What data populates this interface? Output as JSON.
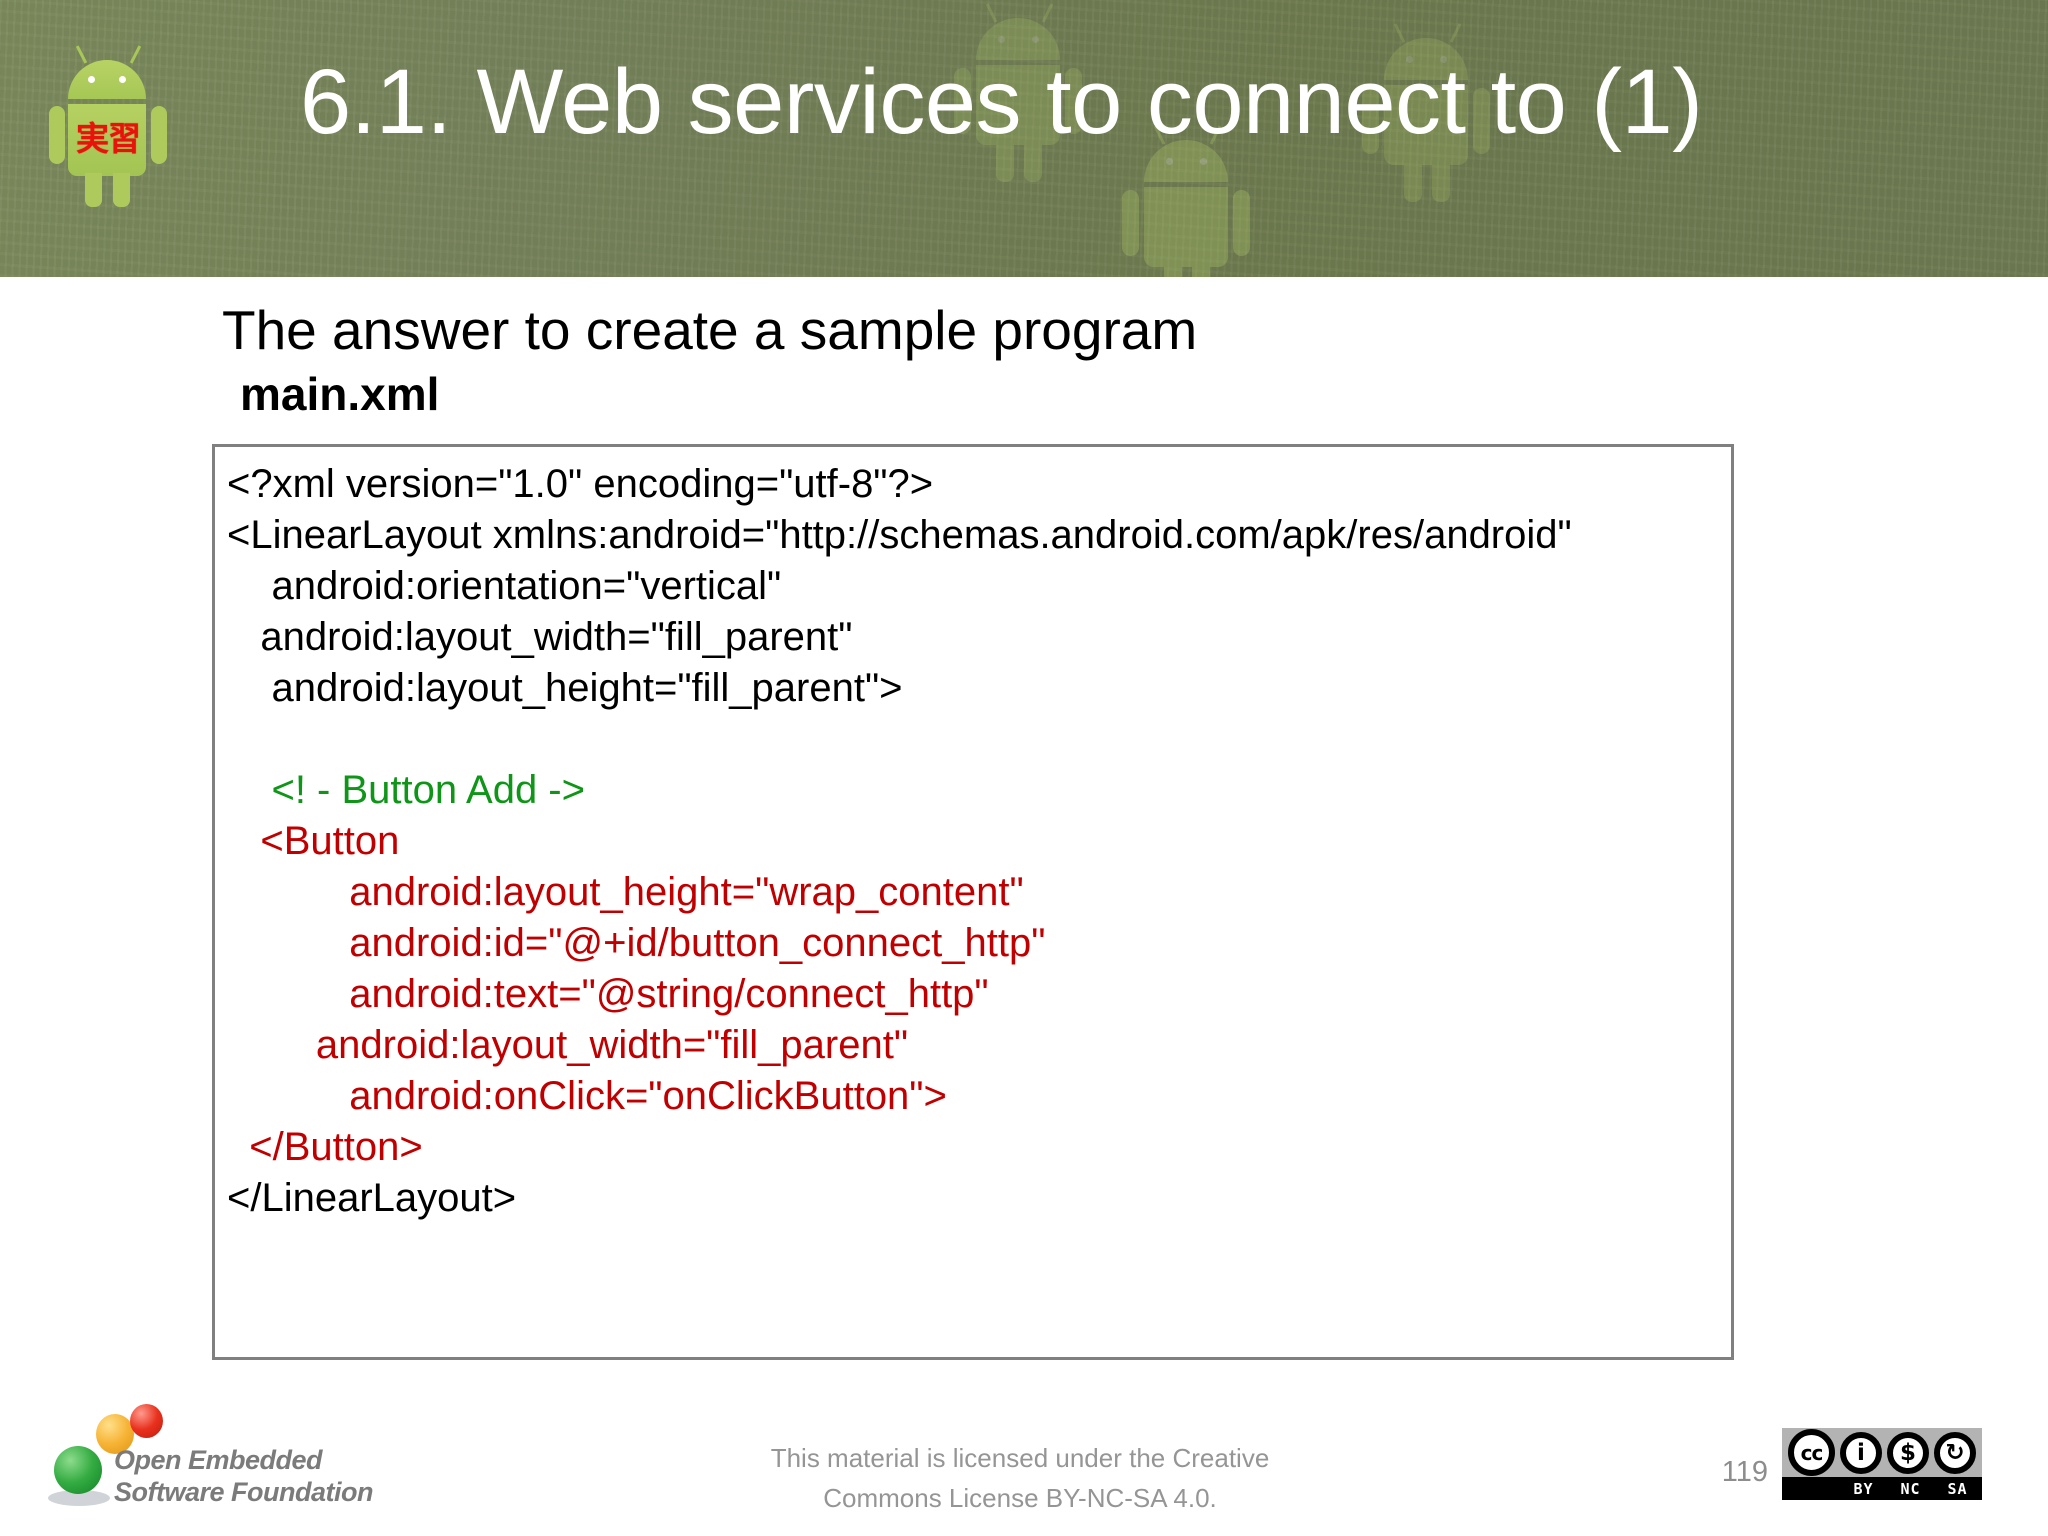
{
  "header": {
    "title": "6.1. Web services to connect to (1)",
    "logo_jp_label": "実習",
    "logo_icon": "android-robot-icon"
  },
  "slide": {
    "subtitle": "The answer to create a sample program",
    "filename": "main.xml"
  },
  "code": {
    "colors": {
      "black": "#000000",
      "green": "#0f9618",
      "red": "#c00000",
      "border": "#808080"
    },
    "lines": [
      {
        "text": "<?xml version=\"1.0\" encoding=\"utf-8\"?>",
        "color": "black"
      },
      {
        "text": "<LinearLayout xmlns:android=\"http://schemas.android.com/apk/res/android\"",
        "color": "black"
      },
      {
        "text": "    android:orientation=\"vertical\"",
        "color": "black"
      },
      {
        "text": "   android:layout_width=\"fill_parent\"",
        "color": "black"
      },
      {
        "text": "    android:layout_height=\"fill_parent\">",
        "color": "black"
      },
      {
        "text": "",
        "color": "black"
      },
      {
        "text": "    <! - Button Add ->",
        "color": "green"
      },
      {
        "text": "   <Button",
        "color": "red"
      },
      {
        "text": "           android:layout_height=\"wrap_content\"",
        "color": "red"
      },
      {
        "text": "           android:id=\"@+id/button_connect_http\"",
        "color": "red"
      },
      {
        "text": "           android:text=\"@string/connect_http\"",
        "color": "red"
      },
      {
        "text": "        android:layout_width=\"fill_parent\"",
        "color": "red"
      },
      {
        "text": "           android:onClick=\"onClickButton\">",
        "color": "red"
      },
      {
        "text": "  </Button>",
        "color": "red"
      },
      {
        "text": "</LinearLayout>",
        "color": "black"
      }
    ]
  },
  "footer": {
    "org_line_1": "Open Embedded",
    "org_line_2": "Software Foundation",
    "license_line_1": "This material is licensed under the Creative",
    "license_line_2": "Commons License BY-NC-SA 4.0.",
    "page_number": "119",
    "cc_badge": {
      "cc_mark": "cc",
      "by_mark": "i",
      "nc_mark": "$",
      "sa_mark": "↻",
      "label_by": "BY",
      "label_nc": "NC",
      "label_sa": "SA"
    }
  }
}
